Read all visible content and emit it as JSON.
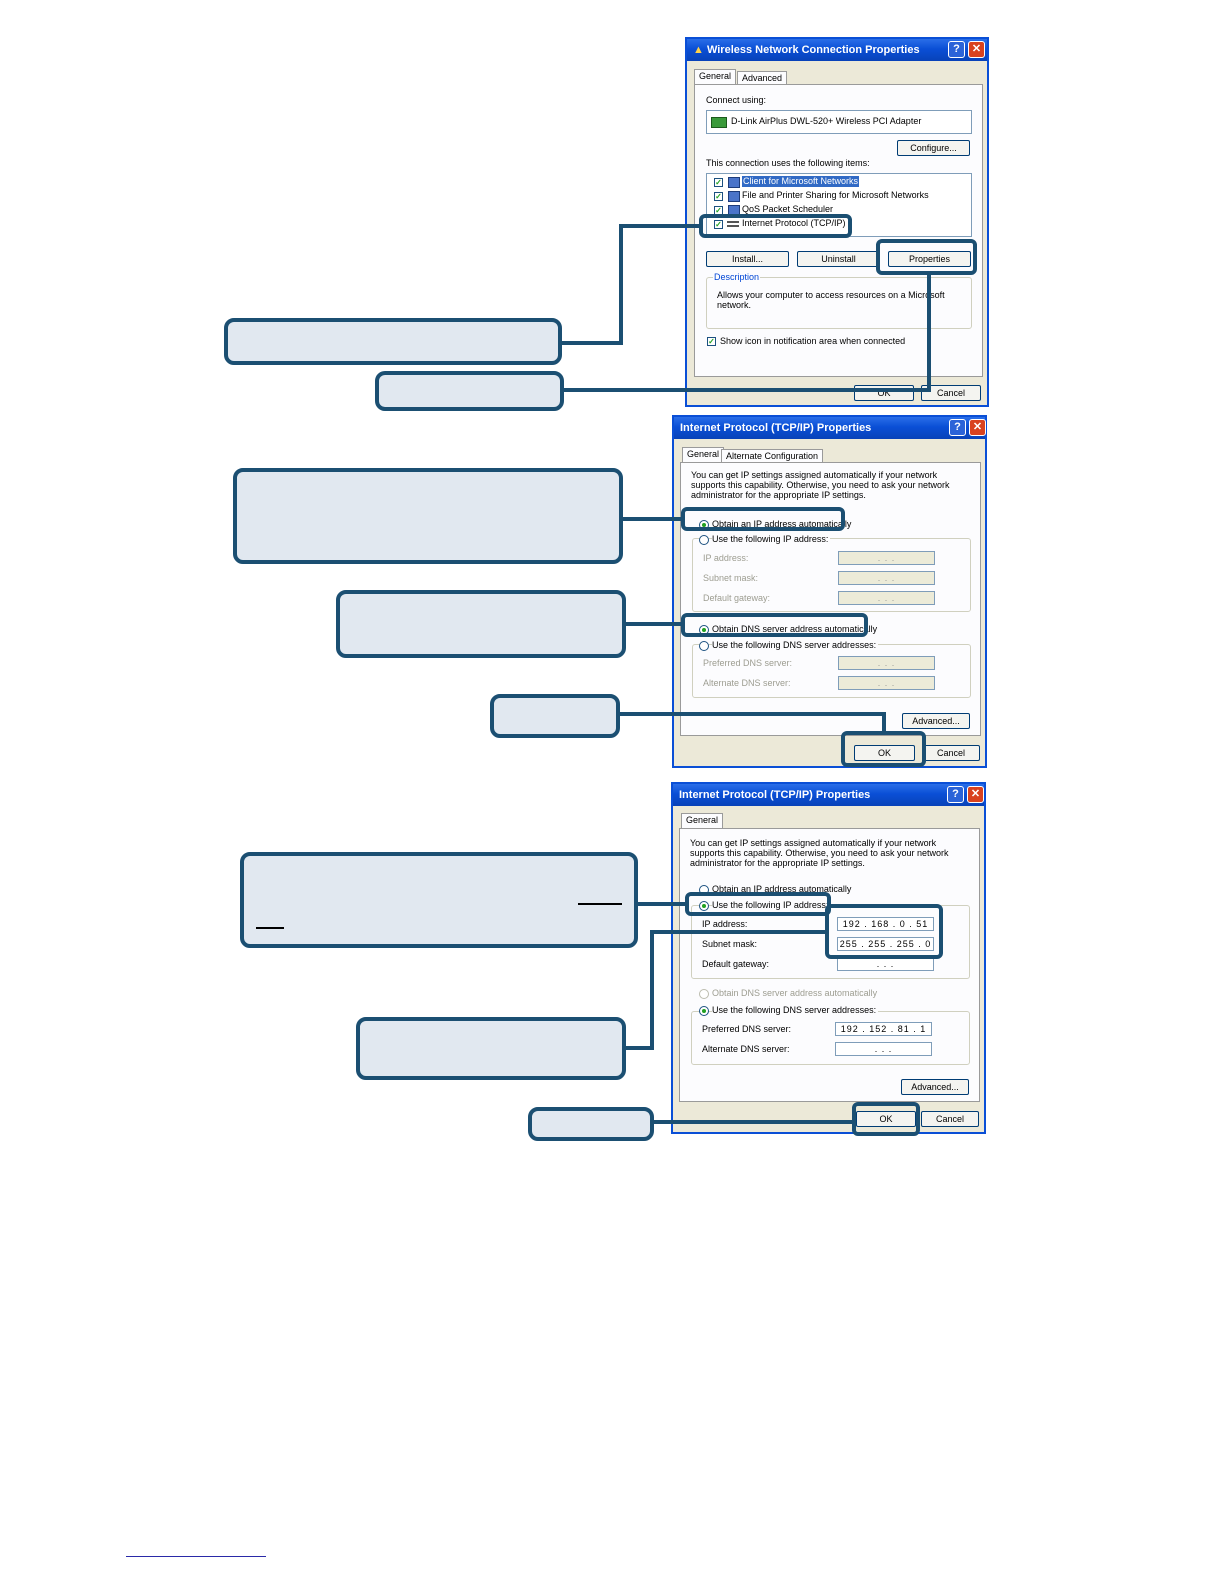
{
  "dialog1": {
    "title": "Wireless Network Connection Properties",
    "tabs": [
      "General",
      "Advanced"
    ],
    "connect_using_label": "Connect using:",
    "adapter_name": "D-Link AirPlus DWL-520+ Wireless PCI Adapter",
    "configure_button": "Configure...",
    "items_label": "This connection uses the following items:",
    "items": [
      "Client for Microsoft Networks",
      "File and Printer Sharing for Microsoft Networks",
      "QoS Packet Scheduler",
      "Internet Protocol (TCP/IP)"
    ],
    "install_button": "Install...",
    "uninstall_button": "Uninstall",
    "properties_button": "Properties",
    "description_label": "Description",
    "description_text": "Allows your computer to access resources on a Microsoft network.",
    "show_icon_label": "Show icon in notification area when connected",
    "ok_button": "OK",
    "cancel_button": "Cancel"
  },
  "dialog2": {
    "title": "Internet Protocol (TCP/IP) Properties",
    "tabs": [
      "General",
      "Alternate Configuration"
    ],
    "intro": "You can get IP settings assigned automatically if your network supports this capability. Otherwise, you need to ask your network administrator for the appropriate IP settings.",
    "obtain_ip": "Obtain an IP address automatically",
    "use_ip": "Use the following IP address:",
    "ip_label": "IP address:",
    "subnet_label": "Subnet mask:",
    "gateway_label": "Default gateway:",
    "obtain_dns": "Obtain DNS server address automatically",
    "use_dns": "Use the following DNS server addresses:",
    "preferred_dns_label": "Preferred DNS server:",
    "alternate_dns_label": "Alternate DNS server:",
    "empty_ip": ".   .   .",
    "advanced_button": "Advanced...",
    "ok_button": "OK",
    "cancel_button": "Cancel"
  },
  "dialog3": {
    "title": "Internet Protocol (TCP/IP) Properties",
    "tabs": [
      "General"
    ],
    "intro": "You can get IP settings assigned automatically if your network supports this capability. Otherwise, you need to ask your network administrator for the appropriate IP settings.",
    "obtain_ip": "Obtain an IP address automatically",
    "use_ip": "Use the following IP address:",
    "ip_label": "IP address:",
    "ip_value": "192 . 168 .  0  . 51",
    "subnet_label": "Subnet mask:",
    "subnet_value": "255 . 255 . 255 .  0",
    "gateway_label": "Default gateway:",
    "gateway_value": ".   .   .",
    "obtain_dns": "Obtain DNS server address automatically",
    "use_dns": "Use the following DNS server addresses:",
    "preferred_dns_label": "Preferred DNS server:",
    "preferred_dns_value": "192 . 152 . 81 . 1",
    "alternate_dns_label": "Alternate DNS server:",
    "alternate_dns_value": ".   .   .",
    "advanced_button": "Advanced...",
    "ok_button": "OK",
    "cancel_button": "Cancel"
  },
  "colors": {
    "callout_border": "#1b4f72",
    "callout_fill": "#e1e8f0",
    "xp_title": "#0a4fd6"
  }
}
